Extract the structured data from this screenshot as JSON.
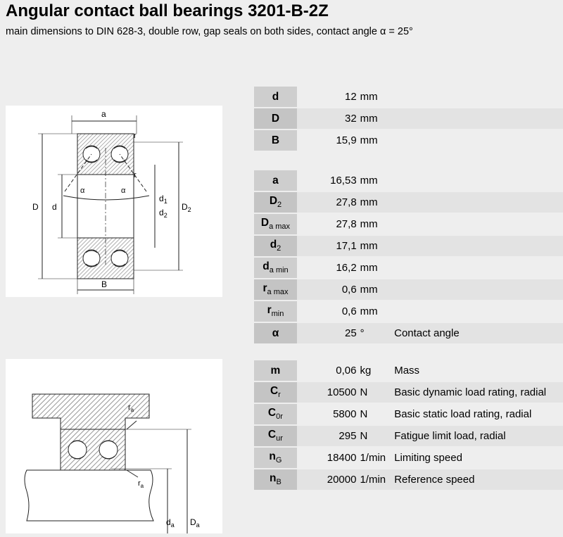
{
  "header": {
    "title": "Angular contact ball bearings 3201-B-2Z",
    "subtitle": "main dimensions to DIN 628-3, double row, gap seals on both sides, contact angle α = 25°"
  },
  "figure1": {
    "labels": {
      "a": "a",
      "r1": "r",
      "r2": "r",
      "alpha1": "α",
      "alpha2": "α",
      "D": "D",
      "d": "d",
      "d1": "d",
      "d1_sub": "1",
      "d2": "d",
      "d2_sub": "2",
      "D2": "D",
      "D2_sub": "2",
      "B": "B"
    }
  },
  "figure2": {
    "labels": {
      "ra1": "r",
      "ra1_sub": "a",
      "ra2": "r",
      "ra2_sub": "a",
      "da": "d",
      "da_sub": "a",
      "Da": "D",
      "Da_sub": "a"
    }
  },
  "table1": [
    {
      "sym": "d",
      "sub": "",
      "value": "12",
      "unit": "mm",
      "desc": ""
    },
    {
      "sym": "D",
      "sub": "",
      "value": "32",
      "unit": "mm",
      "desc": ""
    },
    {
      "sym": "B",
      "sub": "",
      "value": "15,9",
      "unit": "mm",
      "desc": ""
    }
  ],
  "table2": [
    {
      "sym": "a",
      "sub": "",
      "value": "16,53",
      "unit": "mm",
      "desc": ""
    },
    {
      "sym": "D",
      "sub": "2",
      "value": "27,8",
      "unit": "mm",
      "desc": ""
    },
    {
      "sym": "D",
      "sub": "a max",
      "value": "27,8",
      "unit": "mm",
      "desc": ""
    },
    {
      "sym": "d",
      "sub": "2",
      "value": "17,1",
      "unit": "mm",
      "desc": ""
    },
    {
      "sym": "d",
      "sub": "a min",
      "value": "16,2",
      "unit": "mm",
      "desc": ""
    },
    {
      "sym": "r",
      "sub": "a max",
      "value": "0,6",
      "unit": "mm",
      "desc": ""
    },
    {
      "sym": "r",
      "sub": "min",
      "value": "0,6",
      "unit": "mm",
      "desc": ""
    },
    {
      "sym": "α",
      "sub": "",
      "value": "25",
      "unit": "°",
      "desc": "Contact angle"
    }
  ],
  "table3": [
    {
      "sym": "m",
      "sub": "",
      "value": "0,06",
      "unit": "kg",
      "desc": "Mass"
    },
    {
      "sym": "C",
      "sub": "r",
      "value": "10500",
      "unit": "N",
      "desc": "Basic dynamic load rating, radial"
    },
    {
      "sym": "C",
      "sub": "0r",
      "value": "5800",
      "unit": "N",
      "desc": "Basic static load rating, radial"
    },
    {
      "sym": "C",
      "sub": "ur",
      "value": "295",
      "unit": "N",
      "desc": "Fatigue limit load, radial"
    },
    {
      "sym": "n",
      "sub": "G",
      "value": "18400",
      "unit": "1/min",
      "desc": "Limiting speed"
    },
    {
      "sym": "n",
      "sub": "B",
      "value": "20000",
      "unit": "1/min",
      "desc": "Reference speed"
    }
  ]
}
